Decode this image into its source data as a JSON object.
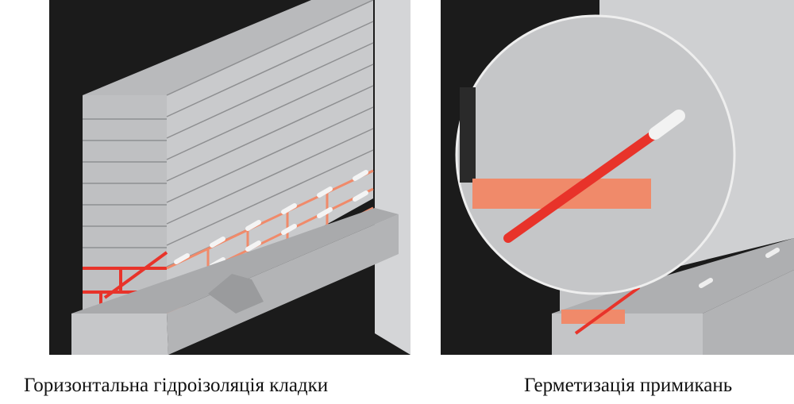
{
  "figures": [
    {
      "caption": "Горизонтальна гідроізоляція кладки",
      "illustration": "masonry-wall-injection"
    },
    {
      "caption": "Герметизація примикань",
      "illustration": "joint-sealing-magnified"
    }
  ],
  "colors": {
    "background": "#1a1a1a",
    "wall": "#c8c9cb",
    "injection_red": "#e8332a",
    "mortar_orange": "#f08a6a"
  }
}
